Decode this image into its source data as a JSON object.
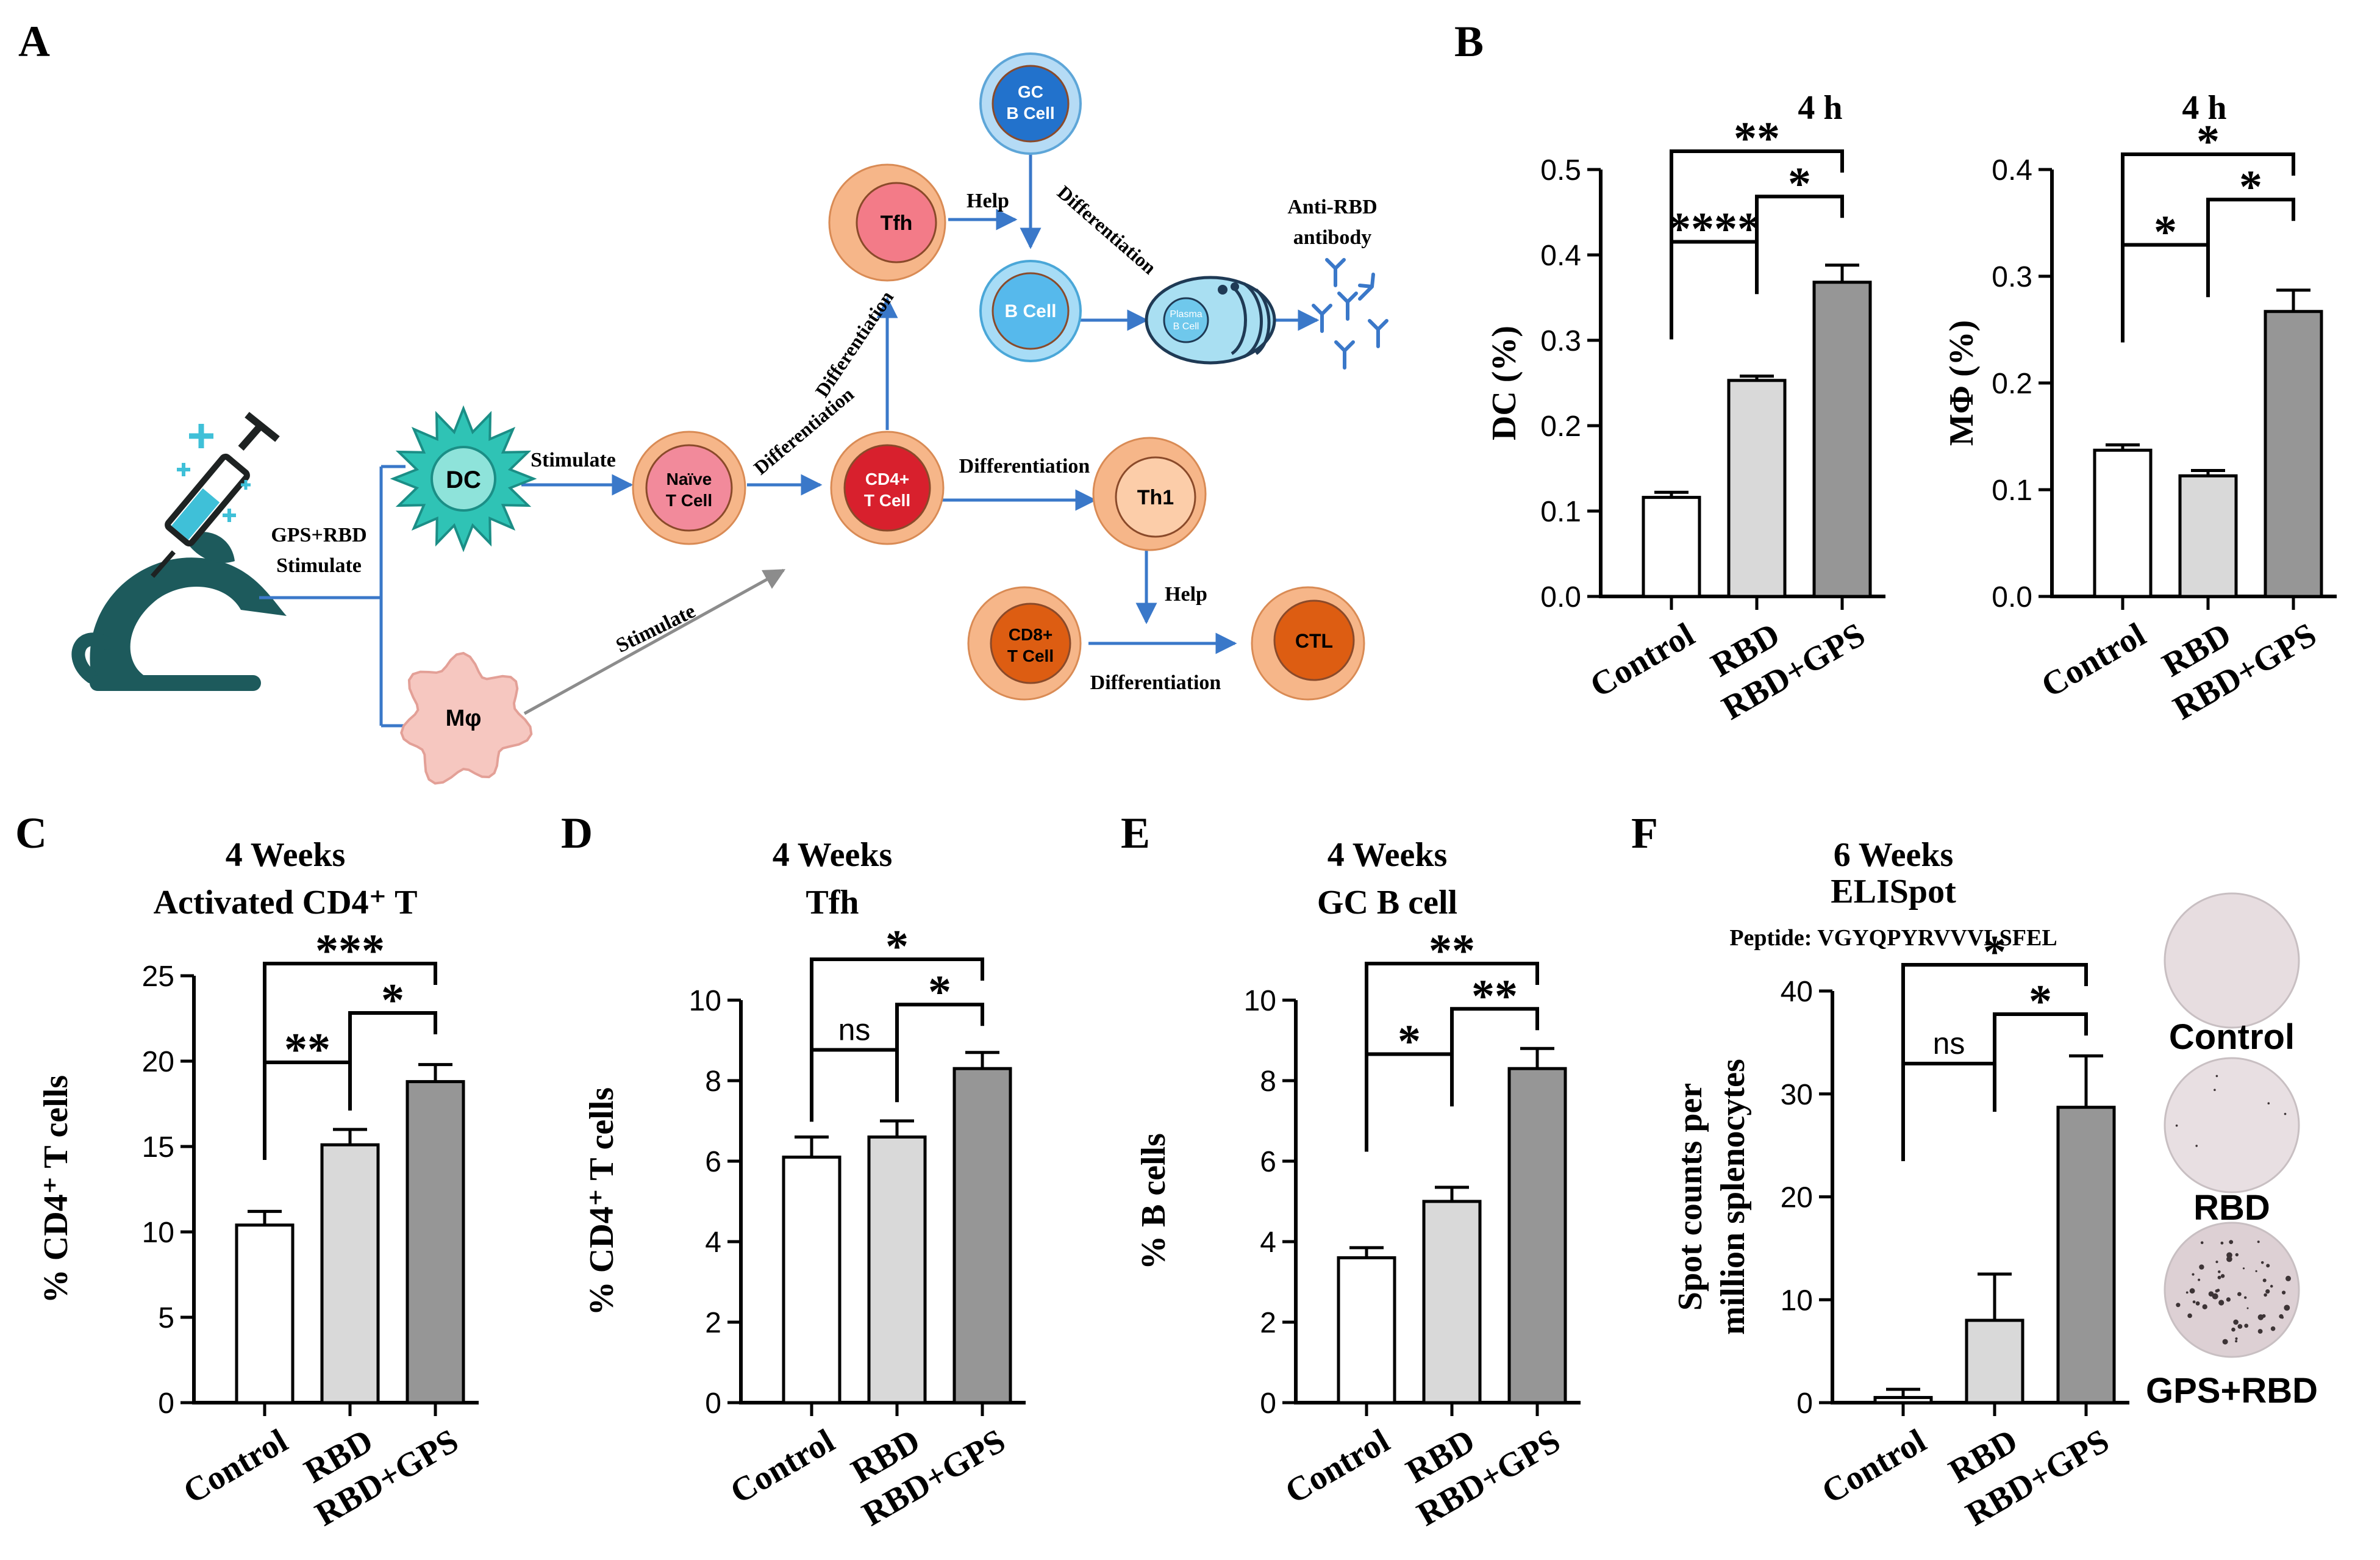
{
  "panel_labels": [
    "A",
    "B",
    "C",
    "D",
    "E",
    "F"
  ],
  "diagram": {
    "nodes": {
      "dc": "DC",
      "mphi": "Mφ",
      "naive_line1": "Naïve",
      "naive_line2": "T Cell",
      "cd4_line1": "CD4+",
      "cd4_line2": "T Cell",
      "tfh": "Tfh",
      "gcb_line1": "GC",
      "gcb_line2": "B Cell",
      "bcell": "B Cell",
      "plasma_line1": "Plasma",
      "plasma_line2": "B Cell",
      "th1": "Th1",
      "cd8_line1": "CD8+",
      "cd8_line2": "T Cell",
      "ctl": "CTL"
    },
    "labels": {
      "gps_rbd": "GPS+RBD",
      "stimulate_mouse": "Stimulate",
      "stimulate_dc": "Stimulate",
      "stimulate_mphi": "Stimulate",
      "differentiation_naive": "Differentiation",
      "differentiation_cd4_up": "Differentiation",
      "differentiation_th1": "Differentiation",
      "help_tfh": "Help",
      "differentiation_gc": "Differentiation",
      "help_th1": "Help",
      "differentiation_ctl": "Differentiation",
      "antibody_line1": "Anti-RBD",
      "antibody_line2": "antibody"
    },
    "colors": {
      "arrow": "#3a78c9",
      "arrow_grey": "#8c8c8c",
      "cell_outer": "#f6b689",
      "dc": "#2fc3b5",
      "mphi": "#f6c7c0",
      "naive": "#f28a9b",
      "cd4": "#d8202d",
      "tfh": "#f37b88",
      "gcb": "#2272cc",
      "bcell": "#56b9ec",
      "th1": "#fccda9",
      "cd8": "#dd5d12",
      "ctl": "#dd5d12",
      "mouse": "#1d5a5c",
      "syringe": "#1e2222",
      "sparkle": "#3fc0d8"
    }
  },
  "elispot_wells": [
    {
      "label": "Control",
      "color": "#e7dde0"
    },
    {
      "label": "RBD",
      "color": "#e8dfe2"
    },
    {
      "label": "GPS+RBD",
      "color": "#ddd0d4"
    }
  ],
  "chart_data": [
    {
      "id": "B1",
      "type": "bar",
      "title": "4 h",
      "ylabel": "DC (%)",
      "categories": [
        "Control",
        "RBD",
        "RBD+GPS"
      ],
      "values": [
        0.116,
        0.253,
        0.368
      ],
      "errors": [
        0.006,
        0.005,
        0.02
      ],
      "ylim": [
        0,
        0.5
      ],
      "yticks": [
        0,
        0.1,
        0.2,
        0.3,
        0.4,
        0.5
      ],
      "ytick_labels": [
        "0.0",
        "0.1",
        "0.2",
        "0.3",
        "0.4",
        "0.5"
      ],
      "bar_colors": [
        "#ffffff",
        "#d9d9d9",
        "#969696"
      ],
      "significance": [
        {
          "from": 0,
          "to": 2,
          "label": "**"
        },
        {
          "from": 1,
          "to": 2,
          "label": "*"
        },
        {
          "from": 0,
          "to": 1,
          "label": "****"
        }
      ]
    },
    {
      "id": "B2",
      "type": "bar",
      "title": "4 h",
      "ylabel": "MΦ (%)",
      "categories": [
        "Control",
        "RBD",
        "RBD+GPS"
      ],
      "values": [
        0.137,
        0.113,
        0.267
      ],
      "errors": [
        0.005,
        0.005,
        0.02
      ],
      "ylim": [
        0,
        0.4
      ],
      "yticks": [
        0,
        0.1,
        0.2,
        0.3,
        0.4
      ],
      "ytick_labels": [
        "0.0",
        "0.1",
        "0.2",
        "0.3",
        "0.4"
      ],
      "bar_colors": [
        "#ffffff",
        "#d9d9d9",
        "#969696"
      ],
      "significance": [
        {
          "from": 0,
          "to": 2,
          "label": "*"
        },
        {
          "from": 1,
          "to": 2,
          "label": "*"
        },
        {
          "from": 0,
          "to": 1,
          "label": "*"
        }
      ]
    },
    {
      "id": "C",
      "type": "bar",
      "title": "4 Weeks",
      "title2": "Activated CD4⁺ T",
      "ylabel": "% CD4⁺ T cells",
      "categories": [
        "Control",
        "RBD",
        "RBD+GPS"
      ],
      "values": [
        10.4,
        15.1,
        18.8
      ],
      "errors": [
        0.8,
        0.9,
        1.0
      ],
      "ylim": [
        0,
        25
      ],
      "yticks": [
        0,
        5,
        10,
        15,
        20,
        25
      ],
      "ytick_labels": [
        "0",
        "5",
        "10",
        "15",
        "20",
        "25"
      ],
      "bar_colors": [
        "#ffffff",
        "#d9d9d9",
        "#969696"
      ],
      "significance": [
        {
          "from": 0,
          "to": 2,
          "label": "***"
        },
        {
          "from": 1,
          "to": 2,
          "label": "*"
        },
        {
          "from": 0,
          "to": 1,
          "label": "**"
        }
      ]
    },
    {
      "id": "D",
      "type": "bar",
      "title": "4 Weeks",
      "title2": "Tfh",
      "ylabel": "% CD4⁺ T cells",
      "categories": [
        "Control",
        "RBD",
        "RBD+GPS"
      ],
      "values": [
        6.1,
        6.6,
        8.3
      ],
      "errors": [
        0.5,
        0.4,
        0.4
      ],
      "ylim": [
        0,
        10
      ],
      "yticks": [
        0,
        2,
        4,
        6,
        8,
        10
      ],
      "ytick_labels": [
        "0",
        "2",
        "4",
        "6",
        "8",
        "10"
      ],
      "bar_colors": [
        "#ffffff",
        "#d9d9d9",
        "#969696"
      ],
      "significance": [
        {
          "from": 0,
          "to": 2,
          "label": "*"
        },
        {
          "from": 1,
          "to": 2,
          "label": "*"
        },
        {
          "from": 0,
          "to": 1,
          "label": "ns"
        }
      ]
    },
    {
      "id": "E",
      "type": "bar",
      "title": "4 Weeks",
      "title2": "GC B cell",
      "ylabel": "% B cells",
      "categories": [
        "Control",
        "RBD",
        "RBD+GPS"
      ],
      "values": [
        3.6,
        5.0,
        8.3
      ],
      "errors": [
        0.25,
        0.35,
        0.5
      ],
      "ylim": [
        0,
        10
      ],
      "yticks": [
        0,
        2,
        4,
        6,
        8,
        10
      ],
      "ytick_labels": [
        "0",
        "2",
        "4",
        "6",
        "8",
        "10"
      ],
      "bar_colors": [
        "#ffffff",
        "#d9d9d9",
        "#969696"
      ],
      "significance": [
        {
          "from": 0,
          "to": 2,
          "label": "**"
        },
        {
          "from": 1,
          "to": 2,
          "label": "**"
        },
        {
          "from": 0,
          "to": 1,
          "label": "*"
        }
      ]
    },
    {
      "id": "F",
      "type": "bar",
      "title": "6 Weeks",
      "title2": "ELISpot",
      "subtitle": "Peptide: VGYQPYRVVVLSFEL",
      "ylabel": "Spot counts per",
      "ylabel2": "million splenocytes",
      "categories": [
        "Control",
        "RBD",
        "RBD+GPS"
      ],
      "values": [
        0.5,
        8,
        28.7
      ],
      "errors": [
        0.8,
        4.5,
        5
      ],
      "ylim": [
        0,
        40
      ],
      "yticks": [
        0,
        10,
        20,
        30,
        40
      ],
      "ytick_labels": [
        "0",
        "10",
        "20",
        "30",
        "40"
      ],
      "bar_colors": [
        "#ffffff",
        "#d9d9d9",
        "#969696"
      ],
      "significance": [
        {
          "from": 0,
          "to": 2,
          "label": "*"
        },
        {
          "from": 1,
          "to": 2,
          "label": "*"
        },
        {
          "from": 0,
          "to": 1,
          "label": "ns"
        }
      ]
    }
  ]
}
